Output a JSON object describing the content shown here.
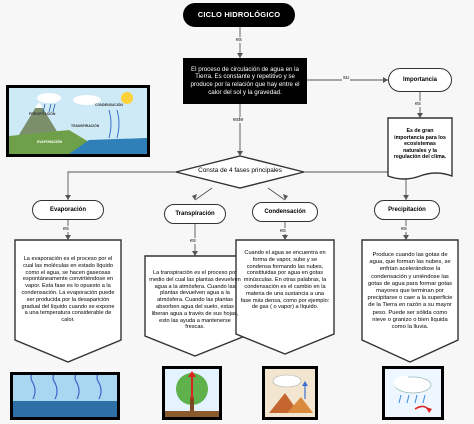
{
  "title": "CICLO HIDROLÓGICO",
  "connector_es_top": "es",
  "definition": "El proceso de circulación de agua en la Tierra. Es constante y repetitivo y se produce por la relación que hay entre el calor del sol y la gravedad.",
  "connector_su": "su",
  "connector_este": "este",
  "connector_es_right": "es",
  "importance": {
    "label": "Importancia",
    "text": "Es de gran importancia para los ecosistemas naturales y la regulación del clima."
  },
  "phases_heading": "Consta de 4 fases principales",
  "cycle_image_labels": [
    "CONDENSACIÓN",
    "PRECIPITACIÓN",
    "TRANSPIRACIÓN",
    "EVAPORACIÓN"
  ],
  "phases": [
    {
      "label": "Evaporación",
      "connector": "es",
      "text": "La evaporación es el proceso por el cual las moléculas en estado líquido como el agua, se hacen gaseosas espontáneamente convirtiéndose en vapor. Esta fase es lo opuesto a la condensación. La evaporación puede ser producida por la desaparición gradual del líquido cuando se expone a una temperatura considerable de calor."
    },
    {
      "label": "Transpiración",
      "connector": "es",
      "text": "La transpiración es el proceso por medio del cual las plantas devuelven agua a la atmósfera. Cuando las plantas devuelven agua a la atmósfera. Cuando las plantas absorben agua del suelo, estas liberan agua a través de sus hojas, esto las ayuda a mantenerse frescas."
    },
    {
      "label": "Condensación",
      "connector": "es",
      "text": "Cuando el agua se encuentra en forma de vapor, sube y se condensa formando las nubes, constituidas por agua en gotas minúsculas. En otras palabras, la condensación es el cambio en la materia de una sustancia a una fase más densa, como por ejemplo: de gas ( o vapor) a líquido."
    },
    {
      "label": "Precipitación",
      "connector": "es",
      "text": "Produce cuando las gotas de agua, que forman las nubes, se enfrían acelerándose la condensación y uniéndose las gotas de agua para formar gotas mayores que terminan por precipitarse o caer a la superficie de la Tierra en razón a su mayor peso. Puede ser sólida como nieve o granizo o bien líquida como la lluvia."
    }
  ],
  "colors": {
    "pill_fill": "#000000",
    "pill_text": "#ffffff",
    "box_border": "#333333",
    "connector": "#555555"
  }
}
